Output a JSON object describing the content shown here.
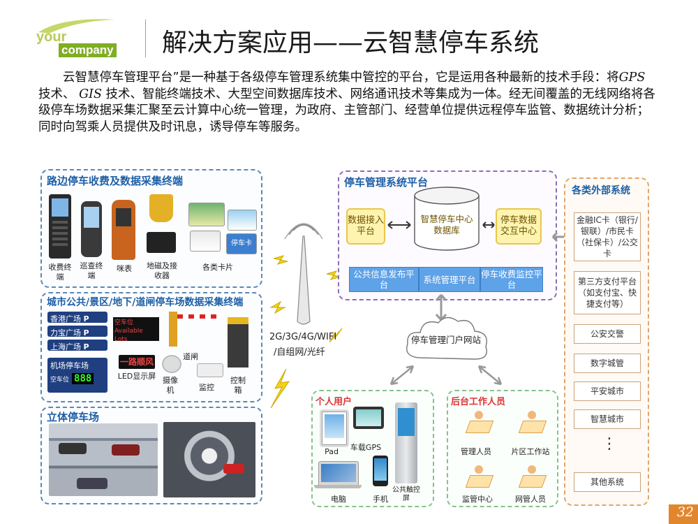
{
  "header": {
    "logo_your": "your",
    "logo_company": "company",
    "title": "解决方案应用——云智慧停车系统"
  },
  "intro": {
    "p1": "云智慧停车管理平台”是一种基于各级停车管理系统集中管控的平台，它是运用各种最新的技术手段：将",
    "gps": "GPS",
    "p2": " 技术、 ",
    "gis": "GIS",
    "p3": " 技术、智能终端技术、大型空间数据库技术、网络通讯技术等集成为一体。经无间覆盖的无线网络将各级停车场数据采集汇聚至云计算中心统一管理，为政府、主管部门、经营单位提供远程停车监管、数据统计分析；同时向驾乘人员提供及时讯息，诱导停车等服务。"
  },
  "roadside": {
    "title": "路边停车收费及数据采集终端",
    "devices": [
      "收费终端",
      "巡查终端",
      "咪表",
      "地磁及接收器",
      "各类卡片"
    ],
    "card_labels": [
      "停车卡"
    ]
  },
  "city": {
    "title": "城市公共/景区/地下/道闸停车场数据采集终端",
    "signs": [
      "香港广场",
      "力宝广场",
      "上海广场"
    ],
    "sign_p": "P",
    "airport_sign": "机场停车场",
    "airport_sub": "空车位",
    "airport_count": "888",
    "led_text": "一路顺风",
    "led_caption": "LED显示屏",
    "avail_led": "空车位 Available Lots",
    "labels": [
      "道闸",
      "摄像机",
      "监控",
      "控制箱"
    ]
  },
  "stereo": {
    "title": "立体停车场"
  },
  "antenna": {
    "line1": "2G/3G/4G/WIFI",
    "line2": "/自组网/光纤"
  },
  "platform": {
    "title": "停车管理系统平台",
    "data_access": "数据接入平台",
    "db": "智慧停车中心数据库",
    "exchange": "停车数据交互中心",
    "bottom": [
      "公共信息发布平台",
      "系统管理平台",
      "停车收费监控平台"
    ]
  },
  "portal": {
    "label": "停车管理门户网站"
  },
  "personal": {
    "title": "个人用户",
    "labels": [
      "Pad",
      "车载GPS",
      "电脑",
      "手机",
      "公共触控屏"
    ]
  },
  "backend": {
    "title": "后台工作人员",
    "labels": [
      "管理人员",
      "片区工作站",
      "监管中心",
      "网管人员"
    ]
  },
  "external": {
    "title": "各类外部系统",
    "items": [
      "金融IC卡（银行/银联）/市民卡（社保卡）/公交卡",
      "第三方支付平台（如支付宝、快捷支付等）",
      "公安交警",
      "数字城管",
      "平安城市",
      "智慧城市",
      "⋮",
      "其他系统"
    ]
  },
  "page_number": "32",
  "colors": {
    "accent_blue": "#1d5fa6",
    "platform_yellow": "#fff3b0",
    "module_blue": "#5ea2e8",
    "page_orange": "#e2862e"
  }
}
